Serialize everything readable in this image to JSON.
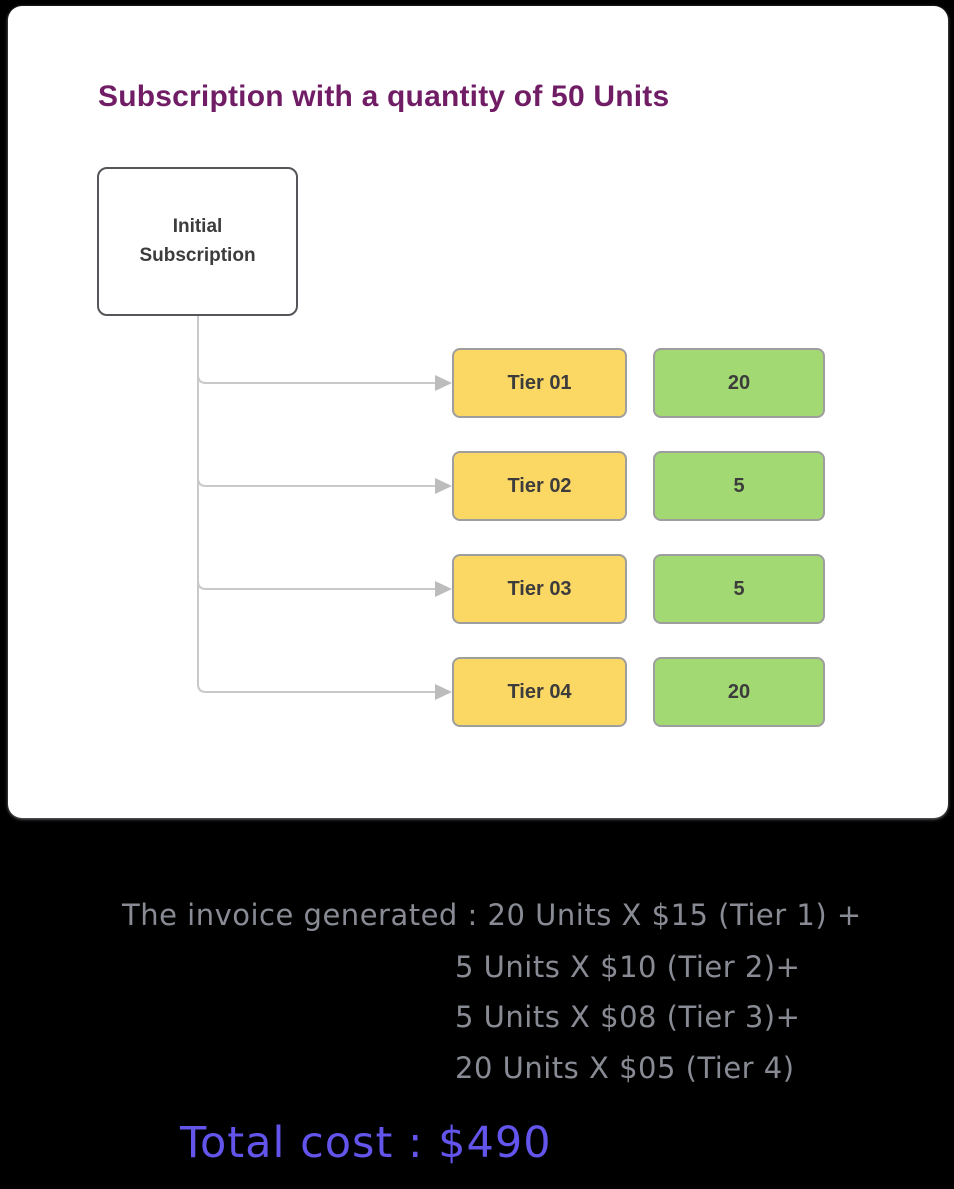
{
  "card": {
    "title": "Subscription with a quantity of 50 Units",
    "root_node_label": "Initial Subscription",
    "tiers": [
      {
        "label": "Tier 01",
        "quantity": "20"
      },
      {
        "label": "Tier 02",
        "quantity": "5"
      },
      {
        "label": "Tier 03",
        "quantity": "5"
      },
      {
        "label": "Tier 04",
        "quantity": "20"
      }
    ]
  },
  "invoice": {
    "line1": "The invoice generated : 20 Units X $15 (Tier 1) +",
    "line2": "5 Units X $10 (Tier 2)+",
    "line3": "5 Units X $08 (Tier 3)+",
    "line4": "20 Units X $05 (Tier 4)",
    "total": "Total cost : $490"
  },
  "colors": {
    "background": "#000000",
    "card_background": "#ffffff",
    "title": "#701d66",
    "node_border": "#54565a",
    "node_text": "#3c3c3c",
    "tier_fill": "#fbd764",
    "quantity_fill": "#a2d973",
    "box_border": "#9e9e9e",
    "connector": "#c9c9c9",
    "arrow": "#bcbcbc",
    "invoice_text": "#898b94",
    "total_text": "#6355ec"
  }
}
